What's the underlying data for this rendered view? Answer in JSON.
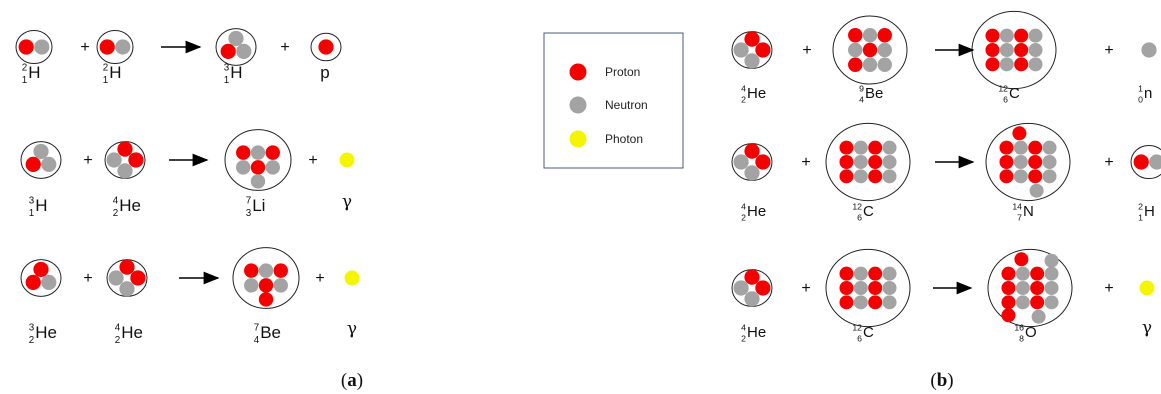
{
  "colors": {
    "proton": "#f40000",
    "neutron": "#a3a3a3",
    "photon": "#f5f500"
  },
  "legend": [
    {
      "kind": "proton",
      "label": "Proton"
    },
    {
      "kind": "neutron",
      "label": "Neutron"
    },
    {
      "kind": "photon",
      "label": "Photon"
    }
  ],
  "panels": [
    {
      "label_open": "(",
      "label_letter": "a",
      "label_close": ")",
      "reactions": [
        {
          "terms": [
            {
              "symbol": "H",
              "mass": "2",
              "atomic": "1",
              "protons": 1,
              "neutrons": 1
            },
            {
              "symbol": "H",
              "mass": "2",
              "atomic": "1",
              "protons": 1,
              "neutrons": 1
            },
            {
              "symbol": "H",
              "mass": "3",
              "atomic": "1",
              "protons": 1,
              "neutrons": 2
            },
            {
              "symbol": "p",
              "mass": "",
              "atomic": "",
              "protons": 1,
              "neutrons": 0
            }
          ]
        },
        {
          "terms": [
            {
              "symbol": "H",
              "mass": "3",
              "atomic": "1",
              "protons": 1,
              "neutrons": 2
            },
            {
              "symbol": "He",
              "mass": "4",
              "atomic": "2",
              "protons": 2,
              "neutrons": 2
            },
            {
              "symbol": "Li",
              "mass": "7",
              "atomic": "3",
              "protons": 3,
              "neutrons": 4
            },
            {
              "symbol": "γ",
              "mass": "",
              "atomic": "",
              "photon": true
            }
          ]
        },
        {
          "terms": [
            {
              "symbol": "He",
              "mass": "3",
              "atomic": "2",
              "protons": 2,
              "neutrons": 1
            },
            {
              "symbol": "He",
              "mass": "4",
              "atomic": "2",
              "protons": 2,
              "neutrons": 2
            },
            {
              "symbol": "Be",
              "mass": "7",
              "atomic": "4",
              "protons": 4,
              "neutrons": 3
            },
            {
              "symbol": "γ",
              "mass": "",
              "atomic": "",
              "photon": true
            }
          ]
        }
      ]
    },
    {
      "label_open": "(",
      "label_letter": "b",
      "label_close": ")",
      "reactions": [
        {
          "terms": [
            {
              "symbol": "He",
              "mass": "4",
              "atomic": "2",
              "protons": 2,
              "neutrons": 2
            },
            {
              "symbol": "Be",
              "mass": "9",
              "atomic": "4",
              "protons": 4,
              "neutrons": 5
            },
            {
              "symbol": "C",
              "mass": "12",
              "atomic": "6",
              "protons": 6,
              "neutrons": 6
            },
            {
              "symbol": "n",
              "mass": "1",
              "atomic": "0",
              "protons": 0,
              "neutrons": 1
            }
          ]
        },
        {
          "terms": [
            {
              "symbol": "He",
              "mass": "4",
              "atomic": "2",
              "protons": 2,
              "neutrons": 2
            },
            {
              "symbol": "C",
              "mass": "12",
              "atomic": "6",
              "protons": 6,
              "neutrons": 6
            },
            {
              "symbol": "N",
              "mass": "14",
              "atomic": "7",
              "protons": 7,
              "neutrons": 7
            },
            {
              "symbol": "H",
              "mass": "2",
              "atomic": "1",
              "protons": 1,
              "neutrons": 1
            }
          ]
        },
        {
          "terms": [
            {
              "symbol": "He",
              "mass": "4",
              "atomic": "2",
              "protons": 2,
              "neutrons": 2
            },
            {
              "symbol": "C",
              "mass": "12",
              "atomic": "6",
              "protons": 6,
              "neutrons": 6
            },
            {
              "symbol": "O",
              "mass": "16",
              "atomic": "8",
              "protons": 8,
              "neutrons": 8
            },
            {
              "symbol": "γ",
              "mass": "",
              "atomic": "",
              "photon": true
            }
          ]
        }
      ]
    }
  ],
  "operators": {
    "plus": "+"
  }
}
